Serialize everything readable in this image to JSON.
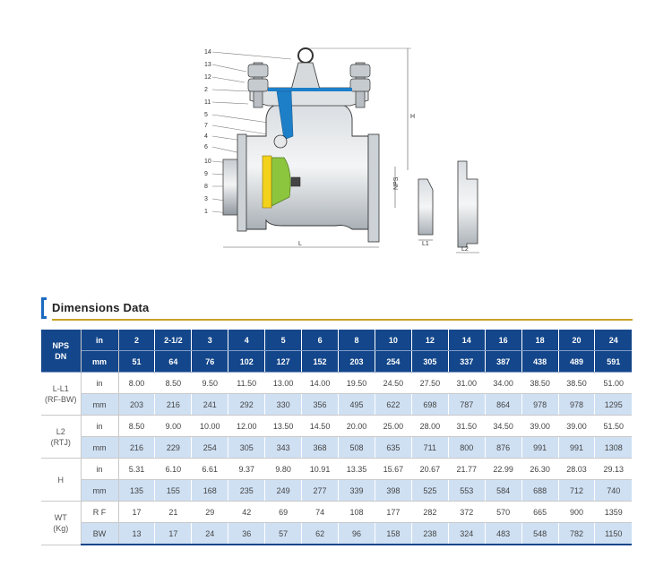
{
  "drawing": {
    "callouts": [
      "14",
      "13",
      "12",
      "2",
      "11",
      "5",
      "7",
      "4",
      "6",
      "10",
      "9",
      "8",
      "3",
      "1"
    ],
    "dimension_labels": {
      "height": "H",
      "nps": "NPS",
      "length": "L",
      "l1": "L1",
      "l2": "L2"
    }
  },
  "section": {
    "title": "Dimensions Data"
  },
  "table": {
    "header_top": {
      "group_label": [
        "NPS",
        "DN"
      ],
      "unit": "in",
      "values": [
        "2",
        "2-1/2",
        "3",
        "4",
        "5",
        "6",
        "8",
        "10",
        "12",
        "14",
        "16",
        "18",
        "20",
        "24"
      ]
    },
    "header_bottom": {
      "unit": "mm",
      "values": [
        "51",
        "64",
        "76",
        "102",
        "127",
        "152",
        "203",
        "254",
        "305",
        "337",
        "387",
        "438",
        "489",
        "591"
      ]
    },
    "groups": [
      {
        "label": [
          "L-L1",
          "(RF-BW)"
        ],
        "rows": [
          {
            "unit": "in",
            "values": [
              "8.00",
              "8.50",
              "9.50",
              "11.50",
              "13.00",
              "14.00",
              "19.50",
              "24.50",
              "27.50",
              "31.00",
              "34.00",
              "38.50",
              "38.50",
              "51.00"
            ]
          },
          {
            "unit": "mm",
            "values": [
              "203",
              "216",
              "241",
              "292",
              "330",
              "356",
              "495",
              "622",
              "698",
              "787",
              "864",
              "978",
              "978",
              "1295"
            ]
          }
        ]
      },
      {
        "label": [
          "L2",
          "(RTJ)"
        ],
        "rows": [
          {
            "unit": "in",
            "values": [
              "8.50",
              "9.00",
              "10.00",
              "12.00",
              "13.50",
              "14.50",
              "20.00",
              "25.00",
              "28.00",
              "31.50",
              "34.50",
              "39.00",
              "39.00",
              "51.50"
            ]
          },
          {
            "unit": "mm",
            "values": [
              "216",
              "229",
              "254",
              "305",
              "343",
              "368",
              "508",
              "635",
              "711",
              "800",
              "876",
              "991",
              "991",
              "1308"
            ]
          }
        ]
      },
      {
        "label": [
          "H"
        ],
        "rows": [
          {
            "unit": "in",
            "values": [
              "5.31",
              "6.10",
              "6.61",
              "9.37",
              "9.80",
              "10.91",
              "13.35",
              "15.67",
              "20.67",
              "21.77",
              "22.99",
              "26.30",
              "28.03",
              "29.13"
            ]
          },
          {
            "unit": "mm",
            "values": [
              "135",
              "155",
              "168",
              "235",
              "249",
              "277",
              "339",
              "398",
              "525",
              "553",
              "584",
              "688",
              "712",
              "740"
            ]
          }
        ]
      },
      {
        "label": [
          "WT",
          "(Kg)"
        ],
        "rows": [
          {
            "unit": "R F",
            "values": [
              "17",
              "21",
              "29",
              "42",
              "69",
              "74",
              "108",
              "177",
              "282",
              "372",
              "570",
              "665",
              "900",
              "1359"
            ]
          },
          {
            "unit": "BW",
            "values": [
              "13",
              "17",
              "24",
              "36",
              "57",
              "62",
              "96",
              "158",
              "238",
              "324",
              "483",
              "548",
              "782",
              "1150"
            ]
          }
        ]
      }
    ]
  }
}
